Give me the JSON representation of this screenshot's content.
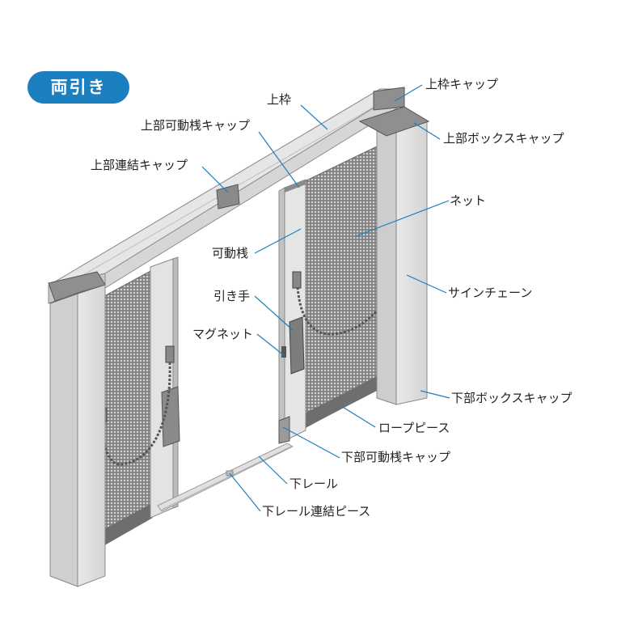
{
  "badge": "両引き",
  "labels": {
    "top_frame": "上枠",
    "top_frame_cap": "上枠キャップ",
    "upper_movable_bar_cap": "上部可動桟キャップ",
    "upper_box_cap": "上部ボックスキャップ",
    "upper_joint_cap": "上部連結キャップ",
    "net": "ネット",
    "movable_bar": "可動桟",
    "handle": "引き手",
    "sign_chain": "サインチェーン",
    "magnet": "マグネット",
    "lower_box_cap": "下部ボックスキャップ",
    "rope_piece": "ロープピース",
    "lower_movable_bar_cap": "下部可動桟キャップ",
    "bottom_rail": "下レール",
    "bottom_rail_joint_piece": "下レール連結ピース"
  },
  "colors": {
    "badge": "#1c7fc0",
    "frame": "#d8d8d8",
    "leader_line": "#1c7fc0",
    "mesh": "#6b6b6b"
  }
}
